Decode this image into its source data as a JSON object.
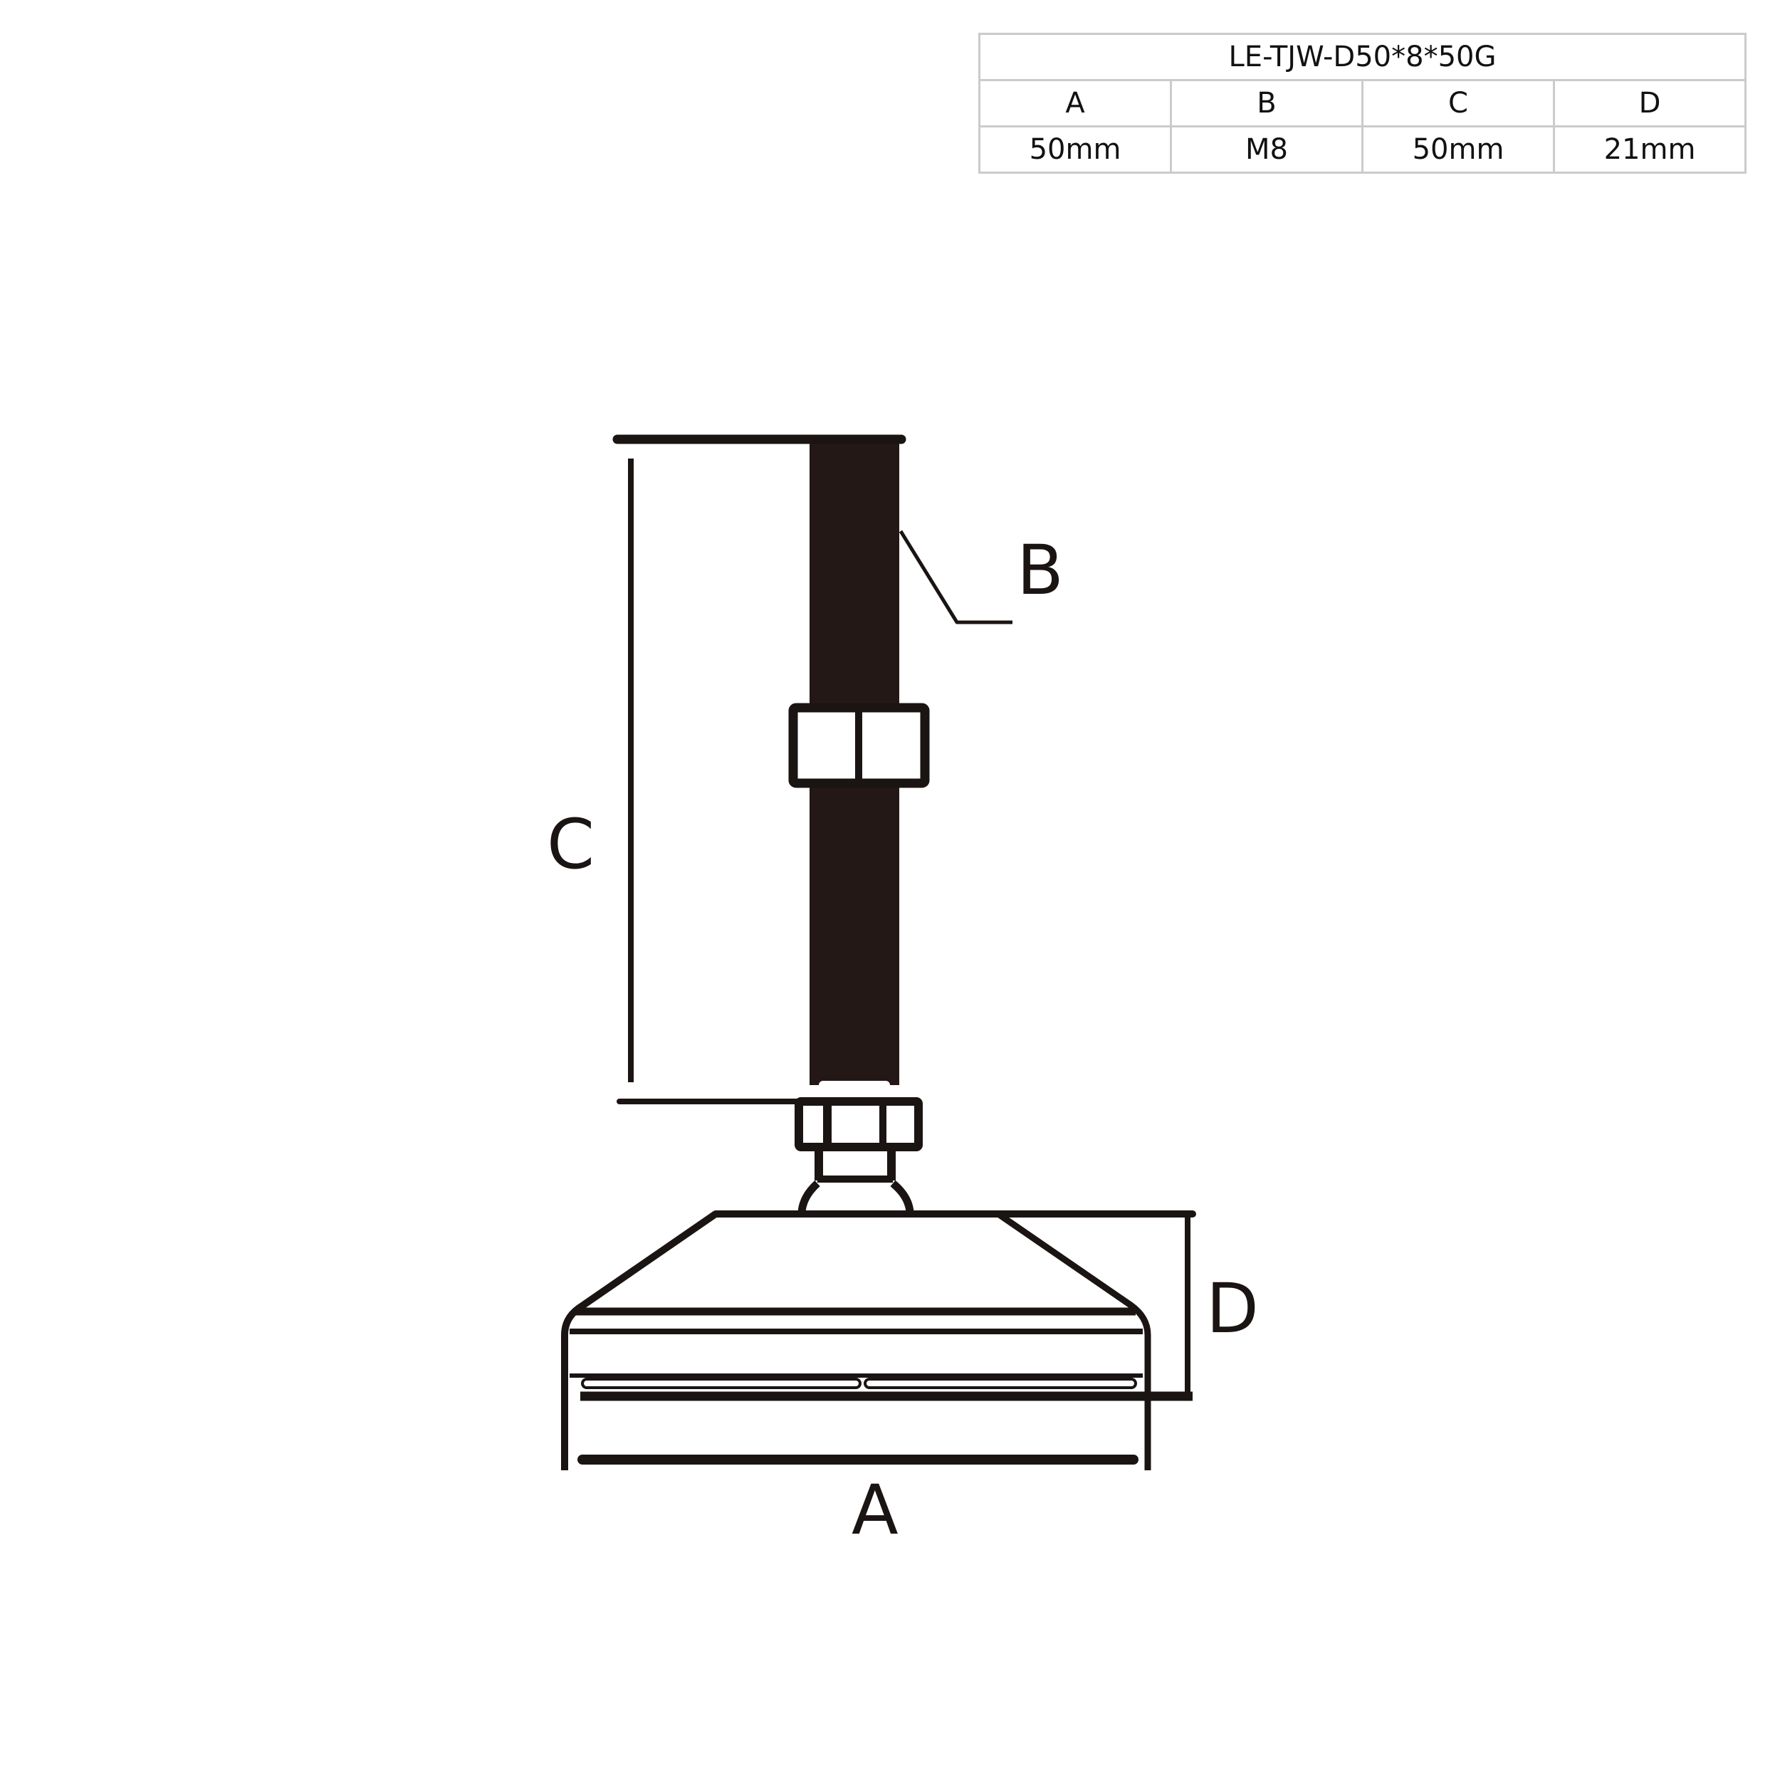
{
  "spec_table": {
    "model": "LE-TJW-D50*8*50G",
    "headers": [
      "A",
      "B",
      "C",
      "D"
    ],
    "values": [
      "50mm",
      "M8",
      "50mm",
      "21mm"
    ]
  },
  "drawing": {
    "part": "leveling foot",
    "labels": {
      "a": "A",
      "b": "B",
      "c": "C",
      "d": "D"
    },
    "colors": {
      "ink": "#1a1412",
      "table_border": "#cbcbcb"
    }
  }
}
